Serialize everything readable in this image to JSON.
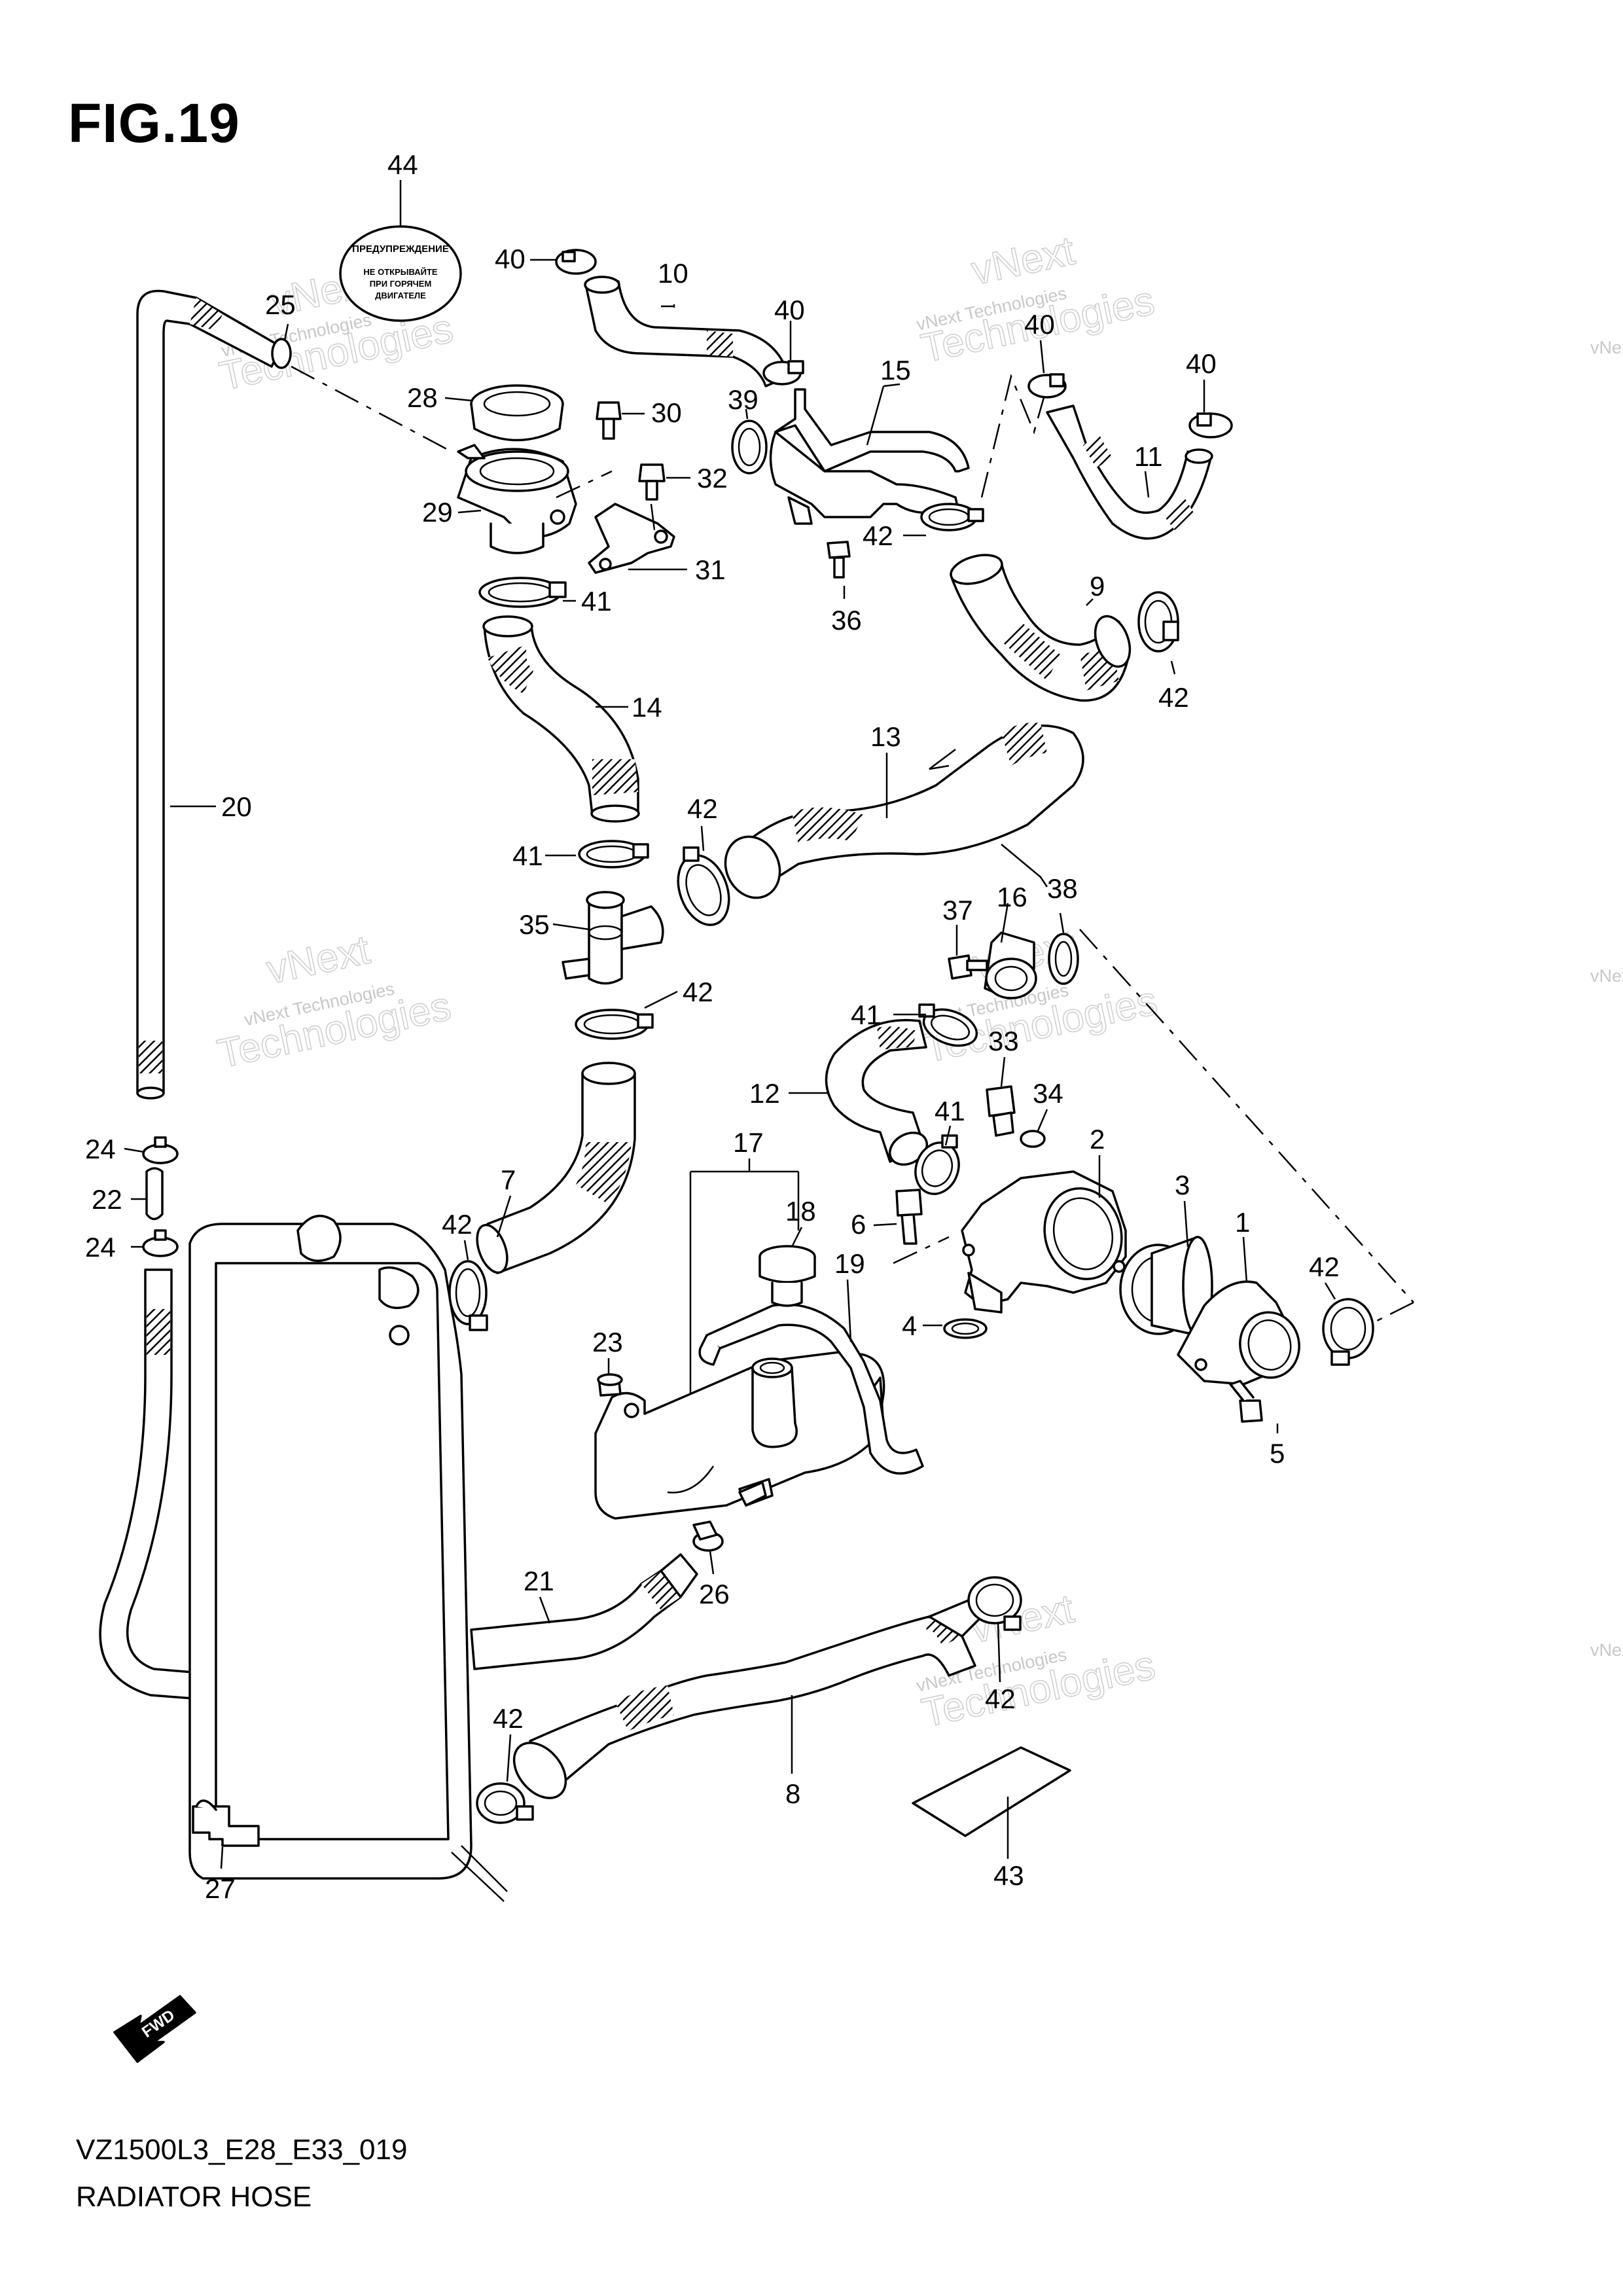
{
  "figure_title": "FIG.19",
  "model_code": "VZ1500L3_E28_E33_019",
  "section_name": "RADIATOR HOSE",
  "fwd_label": "FWD",
  "cap_label_lines": [
    "ПРЕДУПРЕЖДЕНИЕ",
    "НЕ ОТКРЫВАЙТЕ",
    "ПРИ ГОРЯЧЕМ",
    "ДВИГАТЕЛЕ"
  ],
  "watermark": {
    "small": "vNext Technologies",
    "big": "Technologies",
    "top": "vNext"
  },
  "callouts": {
    "c44": "44",
    "c40a": "40",
    "c10": "10",
    "c40b": "40",
    "c25": "25",
    "c28": "28",
    "c30": "30",
    "c39": "39",
    "c15": "15",
    "c40c": "40",
    "c40d": "40",
    "c32": "32",
    "c11": "11",
    "c29": "29",
    "c31": "31",
    "c42a": "42",
    "c41a": "41",
    "c36": "36",
    "c9": "9",
    "c42b": "42",
    "c14": "14",
    "c13": "13",
    "c20": "20",
    "c42c": "42",
    "c41b": "41",
    "c16": "16",
    "c38": "38",
    "c35": "35",
    "c37": "37",
    "c42d": "42",
    "c41c": "41",
    "c33": "33",
    "c34": "34",
    "c12": "12",
    "c41d": "41",
    "c17": "17",
    "c2": "2",
    "c24a": "24",
    "c7": "7",
    "c22": "22",
    "c18": "18",
    "c3": "3",
    "c6": "6",
    "c1": "1",
    "c42e": "42",
    "c24b": "24",
    "c19": "19",
    "c42f": "42",
    "c4": "4",
    "c23": "23",
    "c5": "5",
    "c21": "21",
    "c26": "26",
    "c42g": "42",
    "c42h": "42",
    "c8": "8",
    "c27": "27",
    "c43": "43"
  }
}
